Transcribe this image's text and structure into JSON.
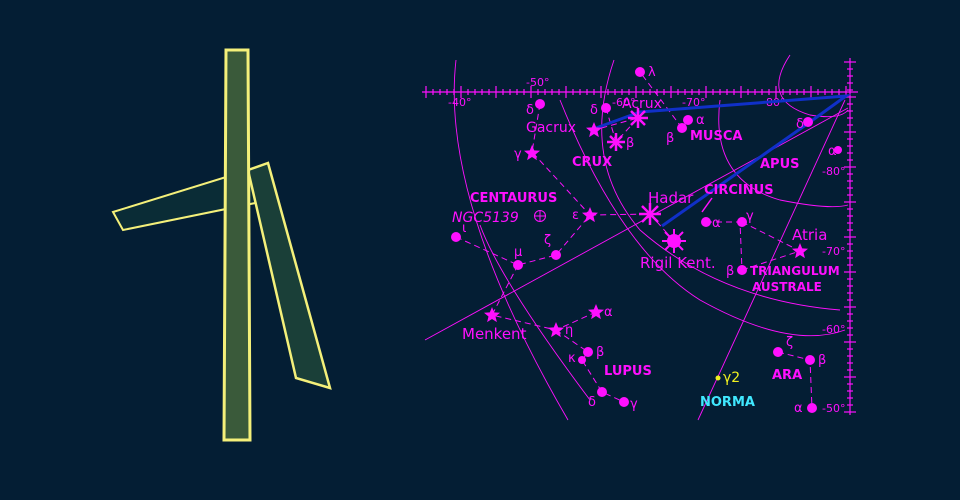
{
  "colors": {
    "background": "#041e34",
    "chart_ink": "#ff10ff",
    "beam": "#f4f07a",
    "asterism": "#1030c8",
    "highlight_star": "#f0f020",
    "norma_label": "#40e8ff"
  },
  "scale_labels": {
    "ra": [
      "-40°",
      "-50°",
      "-60°",
      "-70°",
      "-80°"
    ],
    "dec": [
      "-80°",
      "-70°",
      "-60°",
      "-50°"
    ]
  },
  "constellations": [
    "CENTAURUS",
    "CRUX",
    "MUSCA",
    "APUS",
    "CIRCINUS",
    "TRIANGULUM",
    "AUSTRALE",
    "LUPUS",
    "ARA",
    "NORMA"
  ],
  "star_names": [
    "Acrux",
    "Gacrux",
    "Hadar",
    "Rigil Kent.",
    "Menkent",
    "Atria"
  ],
  "deep_sky": "NGC5139",
  "greek": {
    "alpha": "α",
    "beta": "β",
    "gamma": "γ",
    "delta": "δ",
    "epsilon": "ε",
    "zeta": "ζ",
    "eta": "η",
    "iota": "ι",
    "kappa": "κ",
    "lambda": "λ",
    "mu": "μ",
    "gamma2": "γ2"
  }
}
